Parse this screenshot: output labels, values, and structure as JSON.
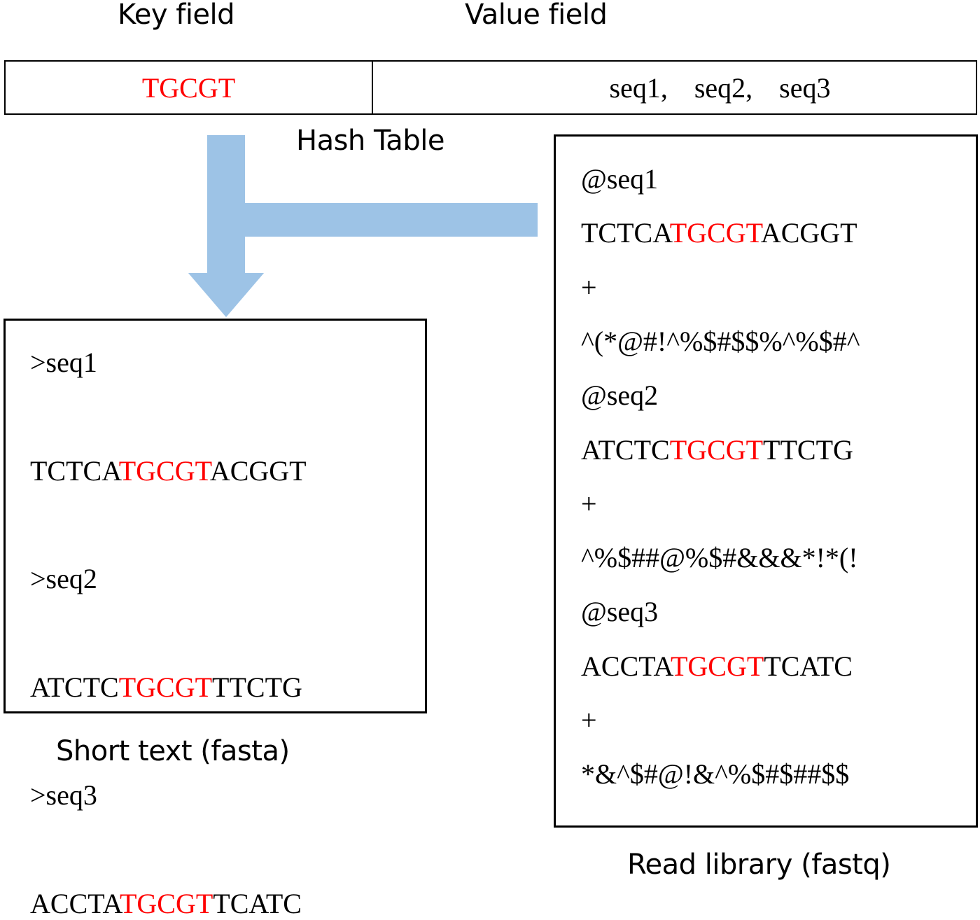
{
  "header": {
    "key_field_label": "Key field",
    "value_field_label": "Value field"
  },
  "hash_table": {
    "title": "Hash Table",
    "key": "TGCGT",
    "values": [
      "seq1,",
      "seq2,",
      "seq3"
    ]
  },
  "colors": {
    "highlight": "#ff0000",
    "arrow": "#9dc3e6",
    "text": "#000000"
  },
  "fasta": {
    "caption": "Short text (fasta)",
    "lines": [
      {
        "type": "header",
        "text": ">seq1"
      },
      {
        "type": "seq",
        "pre": "TCTCA",
        "match": "TGCGT",
        "post": "ACGGT"
      },
      {
        "type": "header",
        "text": ">seq2"
      },
      {
        "type": "seq",
        "pre": "ATCTC",
        "match": "TGCGT",
        "post": "TTCTG"
      },
      {
        "type": "header",
        "text": ">seq3"
      },
      {
        "type": "seq",
        "pre": "ACCTA",
        "match": "TGCGT",
        "post": "TCATC"
      }
    ]
  },
  "fastq": {
    "caption": "Read library (fastq)",
    "lines": [
      {
        "type": "header",
        "text": "@seq1"
      },
      {
        "type": "seq",
        "pre": "TCTCA",
        "match": "TGCGT",
        "post": "ACGGT"
      },
      {
        "type": "plus",
        "text": "+"
      },
      {
        "type": "qual",
        "text": "^(*@#!^%$#$$%^%$#^"
      },
      {
        "type": "header",
        "text": "@seq2"
      },
      {
        "type": "seq",
        "pre": "ATCTC",
        "match": "TGCGT",
        "post": "TTCTG"
      },
      {
        "type": "plus",
        "text": "+"
      },
      {
        "type": "qual",
        "text": "^%$##@%$#&&&*!*(!"
      },
      {
        "type": "header",
        "text": "@seq3"
      },
      {
        "type": "seq",
        "pre": "ACCTA",
        "match": "TGCGT",
        "post": "TCATC"
      },
      {
        "type": "plus",
        "text": "+"
      },
      {
        "type": "qual",
        "text": "*&^$#@!&^%$#$##$$"
      }
    ]
  }
}
